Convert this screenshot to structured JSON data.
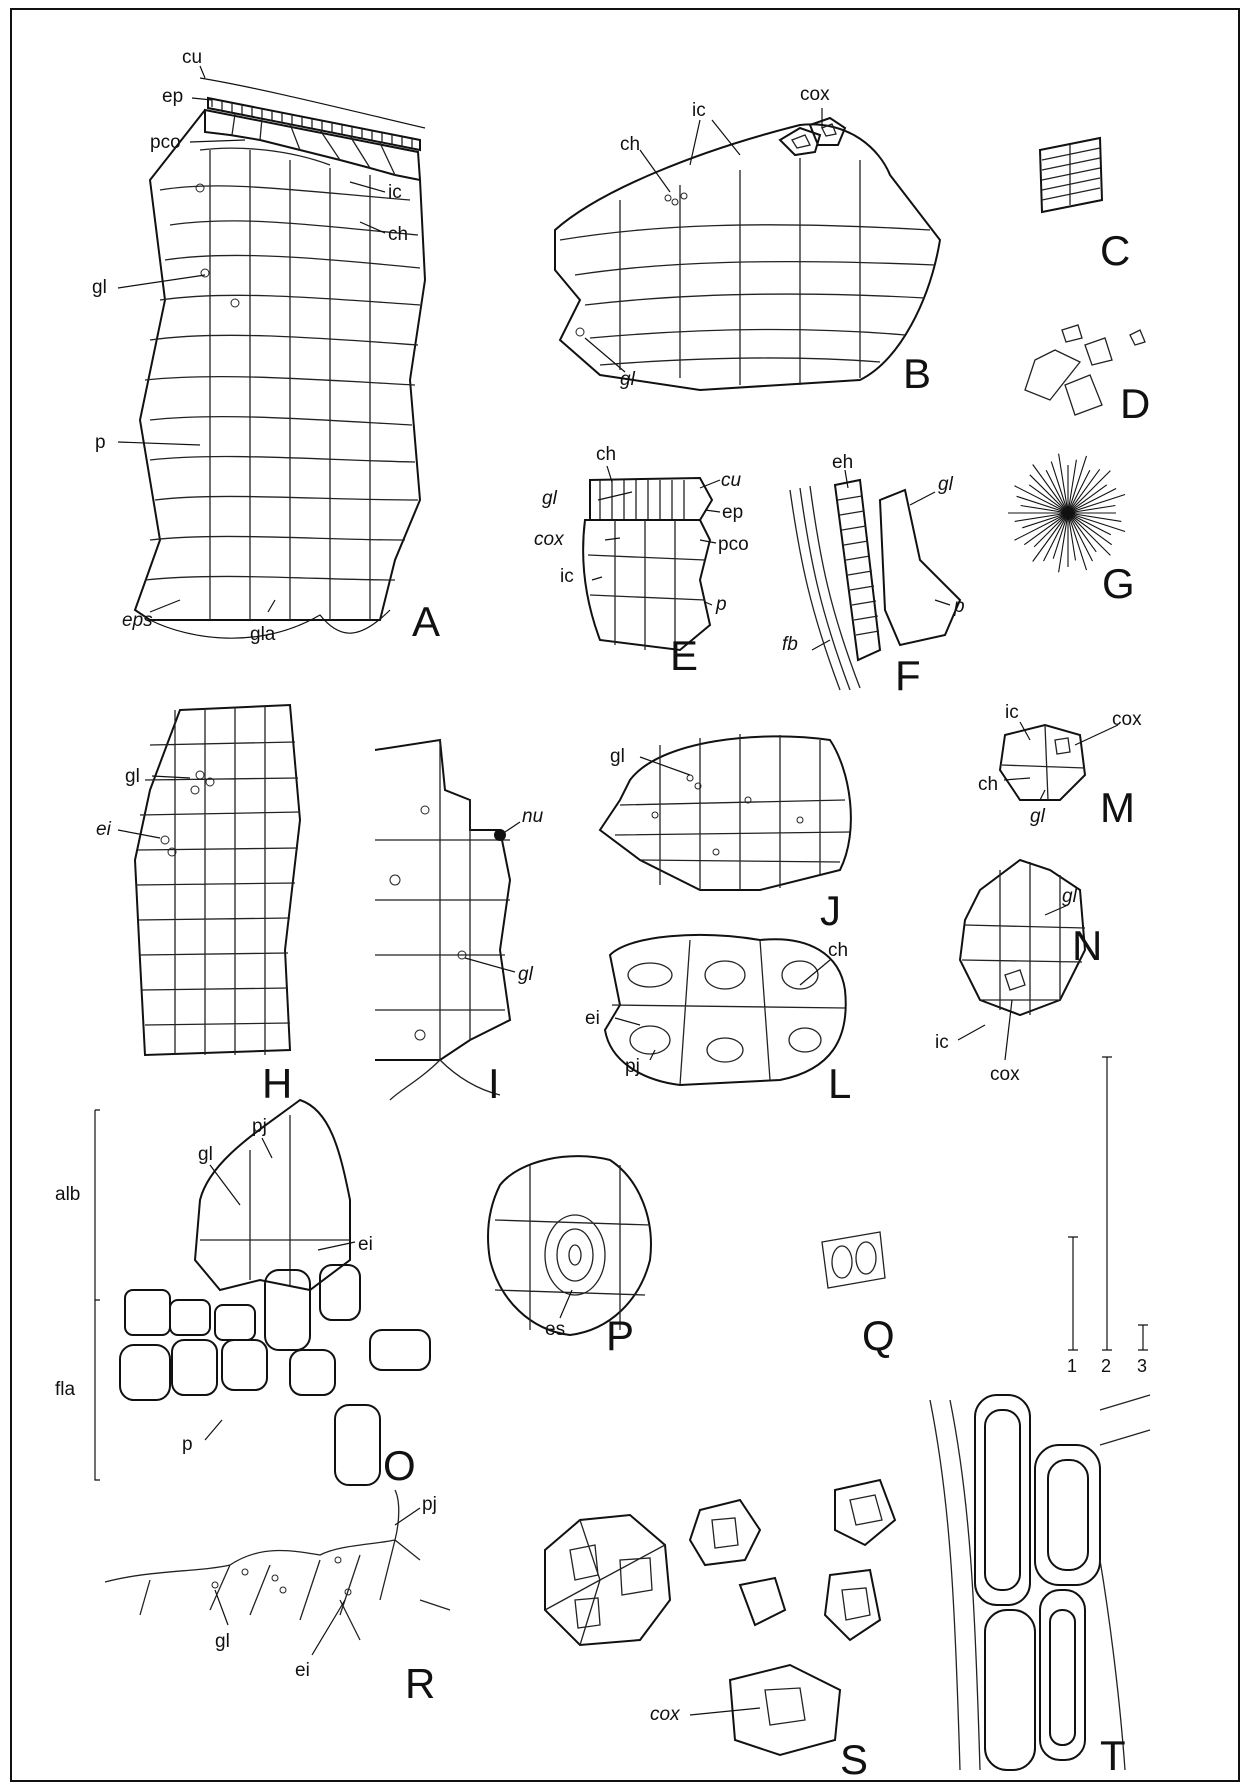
{
  "panels": {
    "A": "A",
    "B": "B",
    "C": "C",
    "D": "D",
    "E": "E",
    "F": "F",
    "G": "G",
    "H": "H",
    "I": "I",
    "J": "J",
    "L": "L",
    "M": "M",
    "N": "N",
    "O": "O",
    "P": "P",
    "Q": "Q",
    "R": "R",
    "S": "S",
    "T": "T"
  },
  "labels": {
    "a_cu": "cu",
    "a_ep": "ep",
    "a_pco": "pco",
    "a_ic": "ic",
    "a_ch": "ch",
    "a_gl": "gl",
    "a_p": "p",
    "a_eps": "eps",
    "a_gla": "gla",
    "b_ic": "ic",
    "b_cox": "cox",
    "b_ch": "ch",
    "b_gl": "gl",
    "e_ch": "ch",
    "e_cu": "cu",
    "e_gl": "gl",
    "e_ep": "ep",
    "e_cox": "cox",
    "e_pco": "pco",
    "e_ic": "ic",
    "e_p": "p",
    "f_eh": "eh",
    "f_gl": "gl",
    "f_p": "p",
    "f_fb": "fb",
    "h_gl": "gl",
    "h_ei": "ei",
    "i_nu": "nu",
    "i_gl": "gl",
    "j_gl": "gl",
    "m_ic": "ic",
    "m_cox": "cox",
    "m_ch": "ch",
    "m_gl": "gl",
    "n_gl": "gl",
    "n_ic": "ic",
    "n_cox": "cox",
    "l_ch": "ch",
    "l_ei": "ei",
    "l_pj": "pj",
    "o_alb": "alb",
    "o_fla": "fla",
    "o_pj": "pj",
    "o_gl": "gl",
    "o_ei": "ei",
    "o_p": "p",
    "p_es": "es",
    "r_pj": "pj",
    "r_gl": "gl",
    "r_ei": "ei",
    "s_cox": "cox"
  },
  "scale_bars": [
    "1",
    "2",
    "3"
  ]
}
